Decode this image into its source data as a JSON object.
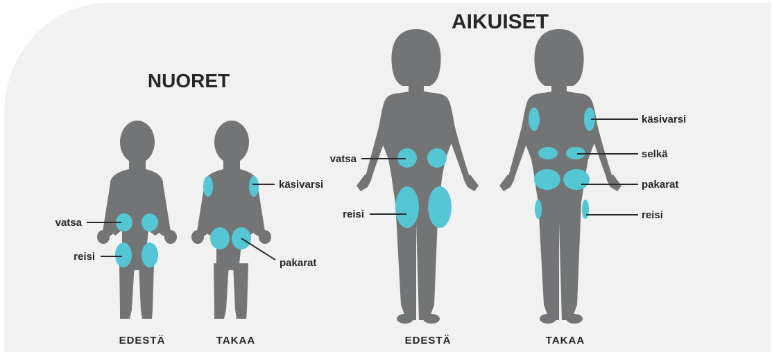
{
  "groups": {
    "youth": {
      "title": "NUORET",
      "front_caption": "EDESTÄ",
      "back_caption": "TAKAA",
      "labels": {
        "abdomen": "vatsa",
        "thigh": "reisi",
        "upper_arm": "käsivarsi",
        "buttocks": "pakarat"
      }
    },
    "adults": {
      "title": "AIKUISET",
      "front_caption": "EDESTÄ",
      "back_caption": "TAKAA",
      "labels": {
        "abdomen": "vatsa",
        "thigh": "reisi",
        "upper_arm": "käsivarsi",
        "back": "selkä",
        "buttocks": "pakarat",
        "thigh_back": "reisi"
      }
    }
  },
  "colors": {
    "panel": "#f1f1f1",
    "figure": "#737476",
    "injection_site": "#55c6d3",
    "text": "#262626"
  }
}
